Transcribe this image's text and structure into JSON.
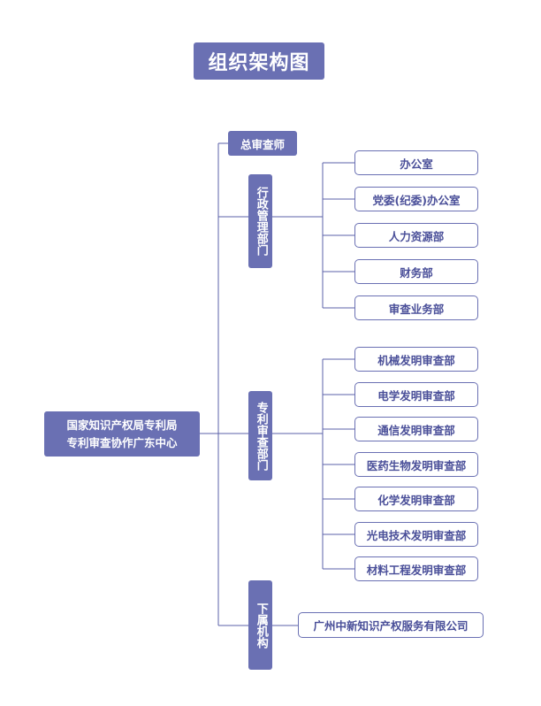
{
  "title": "组织架构图",
  "root": {
    "line1": "国家知识产权局专利局",
    "line2": "专利审查协作广东中心"
  },
  "chief": "总审查师",
  "admin": {
    "label": "行政管理部门",
    "items": [
      "办公室",
      "党委(纪委)办公室",
      "人力资源部",
      "财务部",
      "审查业务部"
    ]
  },
  "patent": {
    "label": "专利审查部门",
    "items": [
      "机械发明审查部",
      "电学发明审查部",
      "通信发明审查部",
      "医药生物发明审查部",
      "化学发明审查部",
      "光电技术发明审查部",
      "材料工程发明审查部"
    ]
  },
  "sub": {
    "label": "下属机构",
    "items": [
      "广州中新知识产权服务有限公司"
    ]
  },
  "colors": {
    "accent": "#6a70b3",
    "line": "#5b62a8",
    "text": "#4a4f99"
  }
}
